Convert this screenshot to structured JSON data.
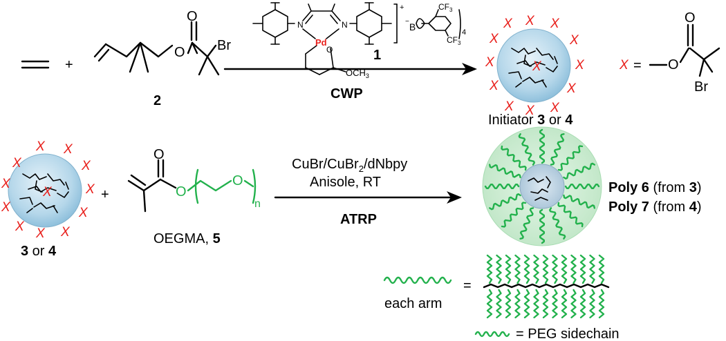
{
  "reaction1": {
    "catalyst_number": "1",
    "catalyst_pd": "Pd",
    "catalyst_n": "N",
    "catalyst_o": "O",
    "catalyst_och3": "OCH",
    "catalyst_och3_sub": "3",
    "catalyst_charge": "+",
    "counterion_b": "B",
    "counterion_minus": "−",
    "counterion_cf3": "CF",
    "counterion_cf3_sub": "3",
    "counterion_count": "4",
    "comonomer_number": "2",
    "comonomer_br": "Br",
    "comonomer_o": "O",
    "plus": "+",
    "arrow_label": "CWP",
    "product_label_prefix": "Initiator ",
    "product_label_n1": "3",
    "product_label_mid": " or ",
    "product_label_n2": "4"
  },
  "legend_x": {
    "x": "X",
    "equals": "=",
    "br": "Br",
    "o": "O"
  },
  "reaction2": {
    "reactant_label_n1": "3",
    "reactant_label_mid": " or ",
    "reactant_label_n2": "4",
    "plus": "+",
    "monomer_label": "OEGMA, ",
    "monomer_number": "5",
    "monomer_o": "O",
    "monomer_n": "n",
    "conditions_line1_a": "CuBr/CuBr",
    "conditions_line1_sub": "2",
    "conditions_line1_b": "/dNbpy",
    "conditions_line2": "Anisole, RT",
    "arrow_label": "ATRP",
    "product_line1_bold": "Poly 6",
    "product_line1_rest": " (from ",
    "product_line1_num": "3",
    "product_line1_close": ")",
    "product_line2_bold": "Poly 7",
    "product_line2_rest": " (from ",
    "product_line2_num": "4",
    "product_line2_close": ")"
  },
  "legend_arm": {
    "arm_label": "each arm",
    "equals": "=",
    "sidechain_label": "= PEG sidechain"
  },
  "colors": {
    "x_red": "#e8201c",
    "peg_green": "#22b14c",
    "core_blue": "#b5d7ea"
  }
}
